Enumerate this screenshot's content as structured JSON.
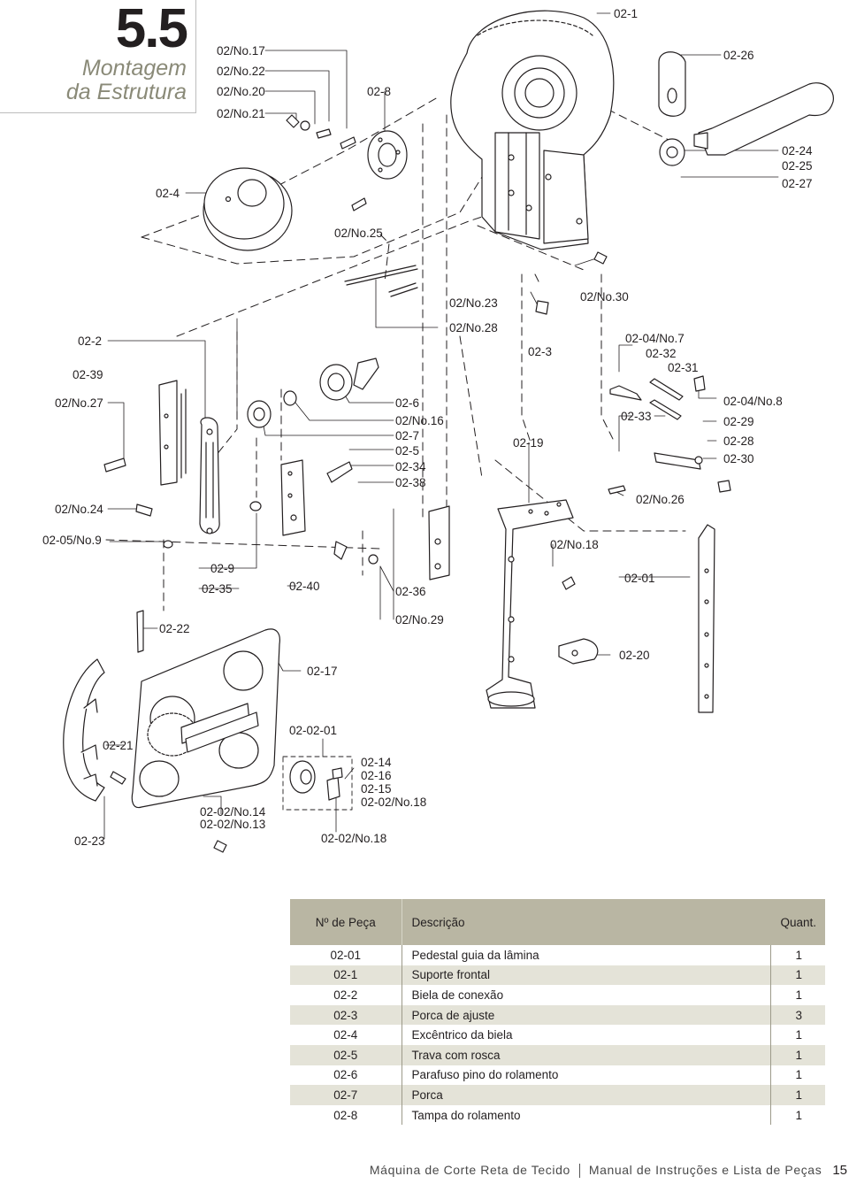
{
  "section": {
    "number": "5.5",
    "title_line1": "Montagem",
    "title_line2": "da Estrutura",
    "title_color": "#8a8a78"
  },
  "diagram": {
    "callouts": [
      "02/No.17",
      "02/No.22",
      "02/No.20",
      "02/No.21",
      "02-8",
      "02-1",
      "02-26",
      "02-24",
      "02-25",
      "02-27",
      "02-4",
      "02/No.25",
      "02/No.23",
      "02/No.30",
      "02-2",
      "02/No.28",
      "02-3",
      "02-04/No.7",
      "02-32",
      "02-31",
      "02-39",
      "02/No.27",
      "02-6",
      "02/No.16",
      "02-7",
      "02-5",
      "02-34",
      "02-38",
      "02-19",
      "02-33",
      "02-04/No.8",
      "02-29",
      "02-28",
      "02-30",
      "02/No.24",
      "02/No.26",
      "02-05/No.9",
      "02/No.18",
      "02-9",
      "02-35",
      "02-40",
      "02-36",
      "02-01",
      "02-22",
      "02/No.29",
      "02-17",
      "02-20",
      "02-02-01",
      "02-21",
      "02-14",
      "02-16",
      "02-15",
      "02-02/No.18",
      "02-02/No.14",
      "02-02/No.13",
      "02-23",
      "02-02/No.18"
    ]
  },
  "parts_table": {
    "header_color": "#b9b6a3",
    "stripe_color": "#e4e3d8",
    "headers": {
      "part_no": "Nº de Peça",
      "description": "Descrição",
      "qty": "Quant."
    },
    "rows": [
      {
        "part_no": "02-01",
        "description": "Pedestal guia da lâmina",
        "qty": "1"
      },
      {
        "part_no": "02-1",
        "description": "Suporte frontal",
        "qty": "1"
      },
      {
        "part_no": "02-2",
        "description": "Biela de conexão",
        "qty": "1"
      },
      {
        "part_no": "02-3",
        "description": "Porca de ajuste",
        "qty": "3"
      },
      {
        "part_no": "02-4",
        "description": "Excêntrico da biela",
        "qty": "1"
      },
      {
        "part_no": "02-5",
        "description": "Trava com rosca",
        "qty": "1"
      },
      {
        "part_no": "02-6",
        "description": "Parafuso pino do rolamento",
        "qty": "1"
      },
      {
        "part_no": "02-7",
        "description": "Porca",
        "qty": "1"
      },
      {
        "part_no": "02-8",
        "description": "Tampa do rolamento",
        "qty": "1"
      }
    ]
  },
  "footer": {
    "left_text": "Máquina de Corte Reta de Tecido",
    "right_text": "Manual de Instruções e Lista de Peças",
    "page_number": "15"
  }
}
